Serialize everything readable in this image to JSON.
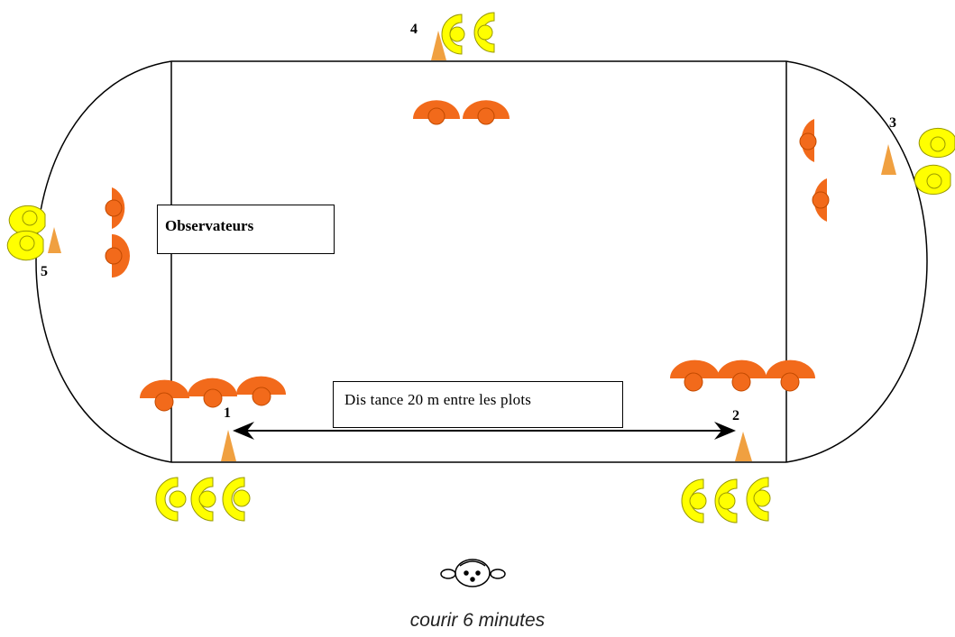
{
  "diagram": {
    "observers_label": "Observateurs",
    "distance_label": "Dis tance 20 m entre les plots",
    "caption": "courir 6 minutes",
    "cones": [
      {
        "number": "1"
      },
      {
        "number": "2"
      },
      {
        "number": "3"
      },
      {
        "number": "4"
      },
      {
        "number": "5"
      }
    ]
  },
  "colors": {
    "runner_yellow": "#ffff00",
    "observer_orange": "#f26a1b",
    "cone_orange": "#f0a040",
    "lines": "#000000"
  },
  "icons": {
    "runner": "yellow-c-shape",
    "observer": "orange-arc-with-dot",
    "cone": "orange-triangle",
    "coach": "face-with-ears"
  }
}
